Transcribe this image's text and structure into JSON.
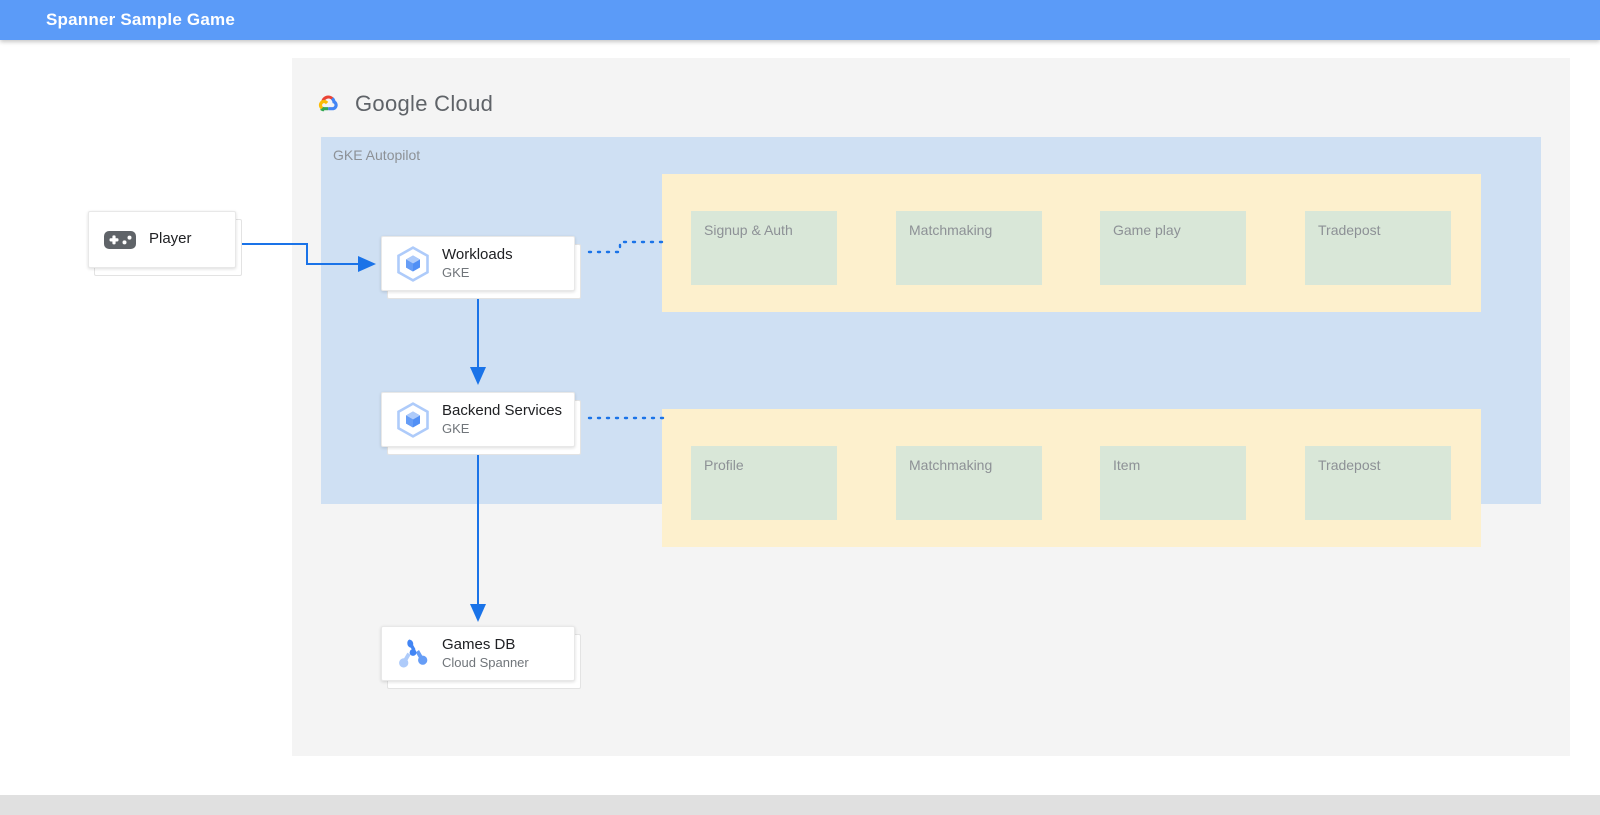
{
  "appbar": {
    "title": "Spanner Sample Game",
    "background": "#5b9bf8"
  },
  "brand": {
    "wordmark_bold": "Google",
    "wordmark_light": "Cloud",
    "icon": "google-cloud-logo"
  },
  "gke_region": {
    "label": "GKE Autopilot",
    "background": "#cfe0f3"
  },
  "colors": {
    "service_group": "#fdf0cd",
    "service_box": "#d9e7d8",
    "connector": "#1a73e8",
    "panel": "#f4f4f4",
    "label_gray": "#8d9196"
  },
  "nodes": {
    "player": {
      "title": "Player",
      "icon": "gamepad-icon"
    },
    "workloads": {
      "title": "Workloads",
      "subtitle": "GKE",
      "icon": "gke-hexagon-icon"
    },
    "backend": {
      "title": "Backend Services",
      "subtitle": "GKE",
      "icon": "gke-hexagon-icon"
    },
    "games_db": {
      "title": "Games DB",
      "subtitle": "Cloud Spanner",
      "icon": "cloud-spanner-icon"
    }
  },
  "service_groups": [
    {
      "name": "workloads-services",
      "boxes": [
        {
          "label": "Signup & Auth"
        },
        {
          "label": "Matchmaking"
        },
        {
          "label": "Game play"
        },
        {
          "label": "Tradepost"
        }
      ]
    },
    {
      "name": "backend-services",
      "boxes": [
        {
          "label": "Profile"
        },
        {
          "label": "Matchmaking"
        },
        {
          "label": "Item"
        },
        {
          "label": "Tradepost"
        }
      ]
    }
  ]
}
